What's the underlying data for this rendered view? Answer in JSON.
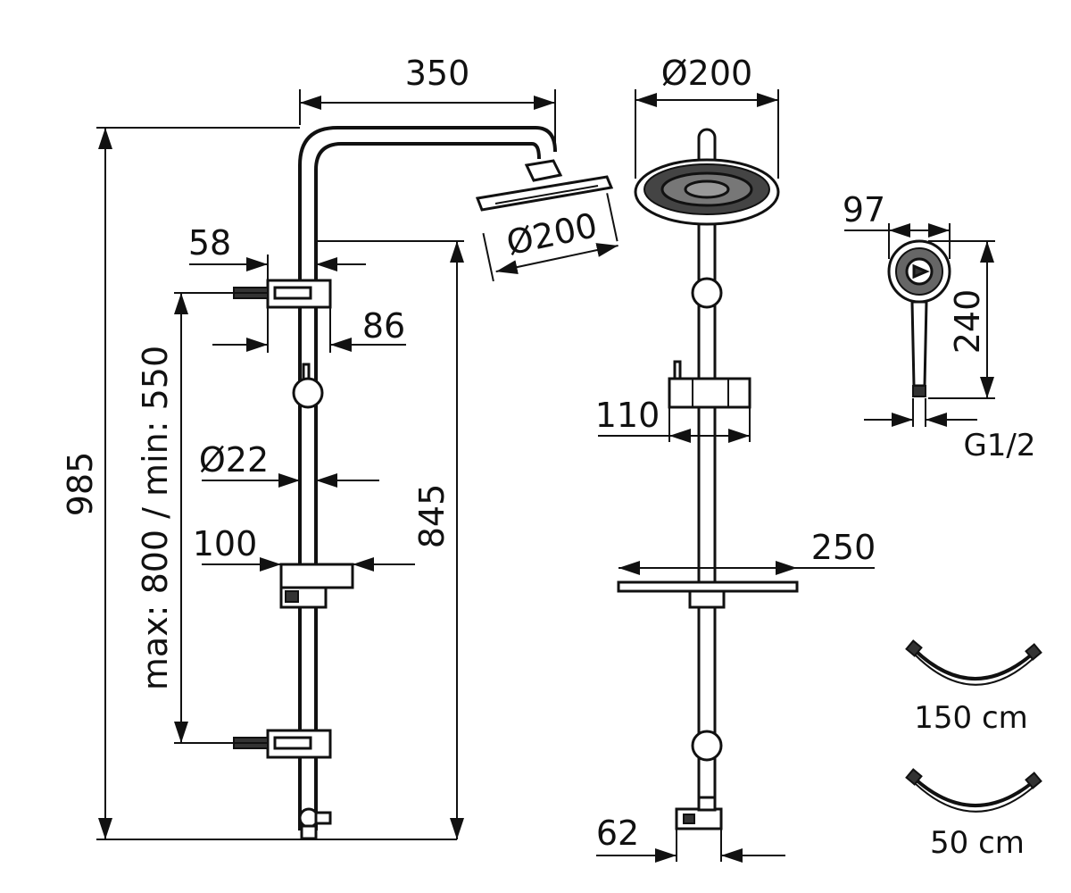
{
  "labels": {
    "arm_length": "350",
    "head_diameter_side": "Ø200",
    "head_diameter_front": "Ø200",
    "bracket_width": "58",
    "bracket_depth": "86",
    "pipe_diameter": "Ø22",
    "holder_width": "100",
    "total_height": "985",
    "bracket_spacing": "max: 800 / min: 550",
    "rail_height": "845",
    "diverter_width": "110",
    "shelf_width": "250",
    "inlet_width": "62",
    "hand_width": "97",
    "hand_length": "240",
    "hand_thread": "G1/2",
    "hose_long": "150 cm",
    "hose_short": "50 cm"
  }
}
